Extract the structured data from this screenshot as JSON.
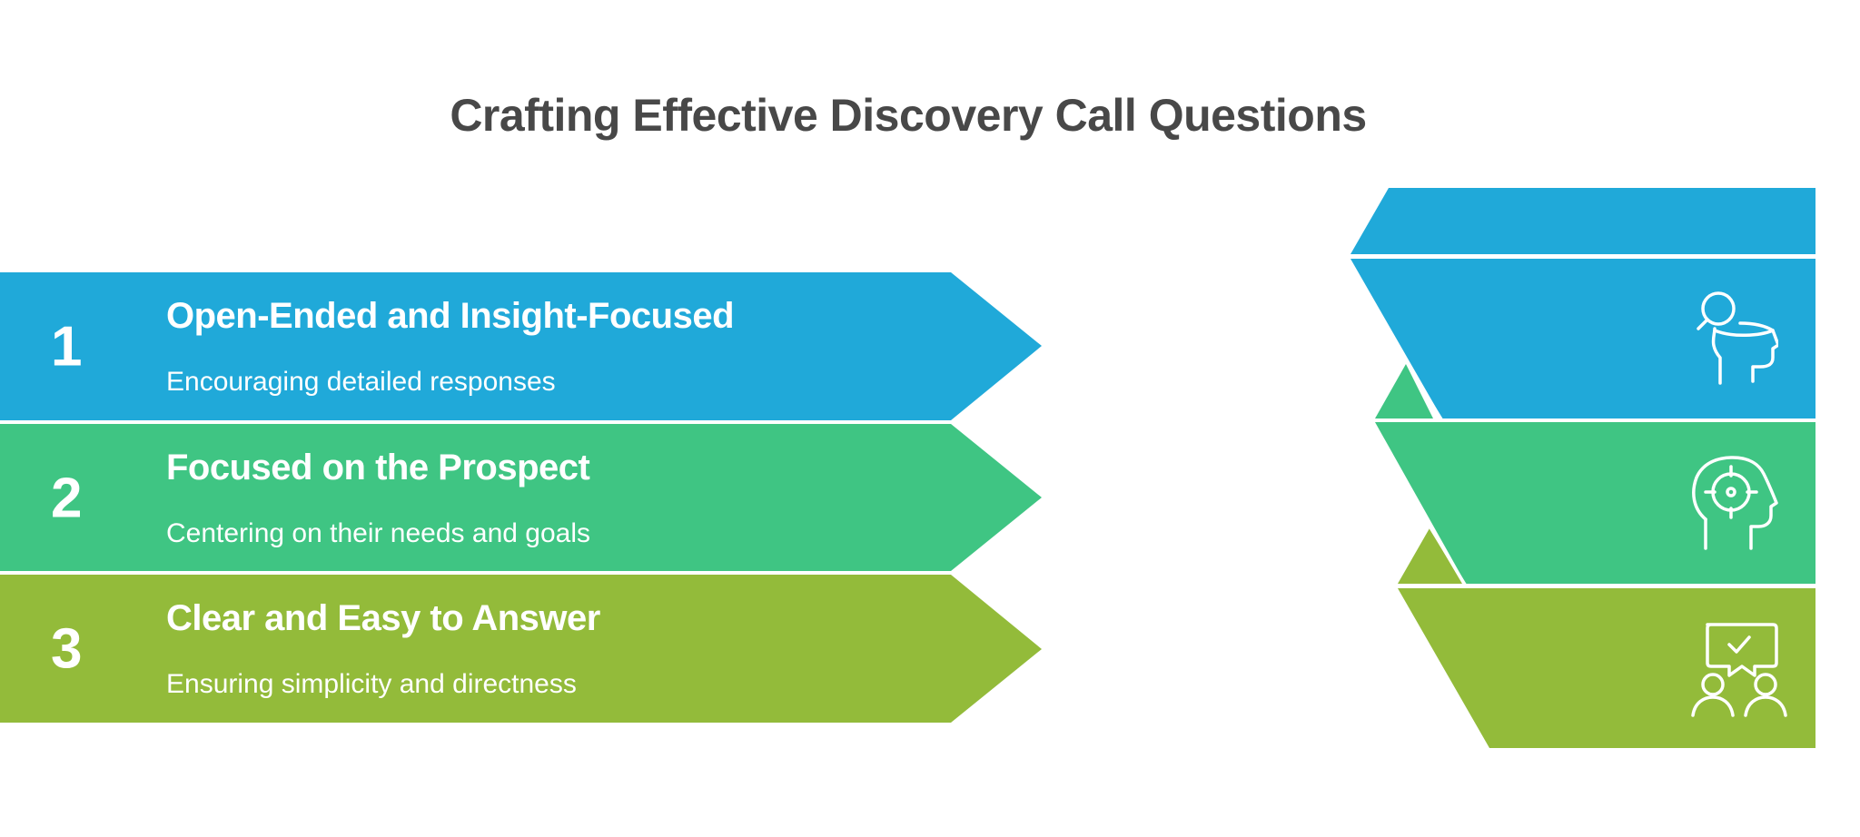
{
  "title": "Crafting Effective Discovery Call Questions",
  "colors": {
    "blue": "#20A9D9",
    "green": "#3FC583",
    "olive": "#93BB3A",
    "title": "#484848",
    "text": "#FFFFFF",
    "background": "#FFFFFF"
  },
  "steps": [
    {
      "number": "1",
      "heading": "Open-Ended and Insight-Focused",
      "description": "Encouraging detailed responses",
      "color": "#20A9D9",
      "icon": "person-magnifier-icon"
    },
    {
      "number": "2",
      "heading": "Focused on the Prospect",
      "description": "Centering on their needs and goals",
      "color": "#3FC583",
      "icon": "head-target-icon"
    },
    {
      "number": "3",
      "heading": "Clear and Easy to Answer",
      "description": "Ensuring simplicity and directness",
      "color": "#93BB3A",
      "icon": "conversation-check-icon"
    }
  ]
}
